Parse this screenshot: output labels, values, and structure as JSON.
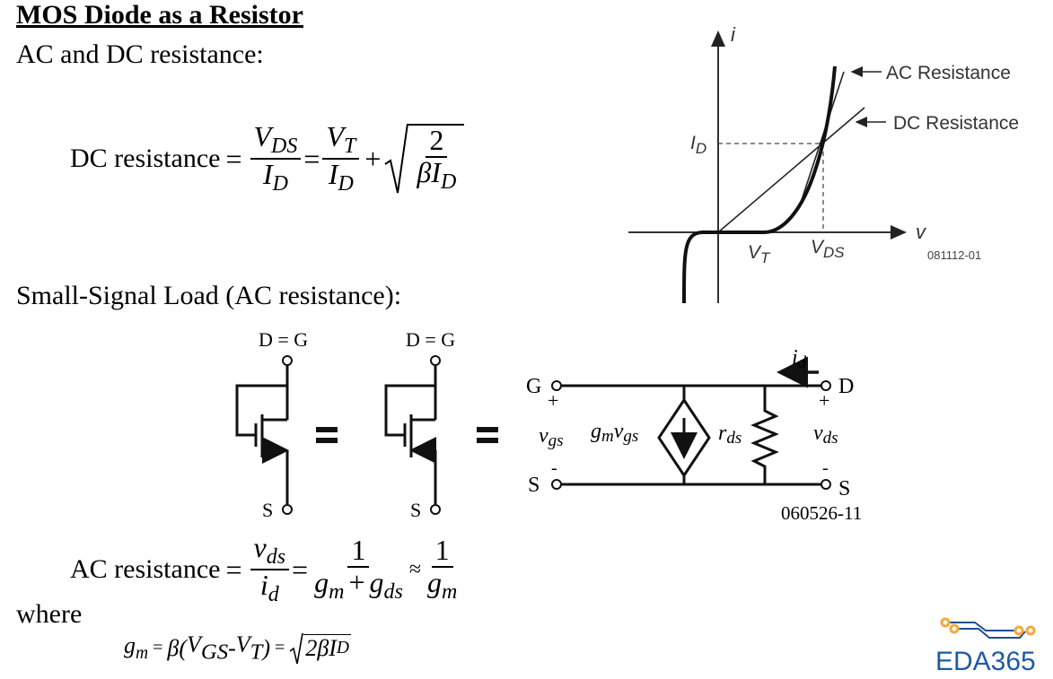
{
  "title": "MOS Diode as a Resistor",
  "subtitle_ac_dc": "AC and DC resistance:",
  "dc_equation": {
    "label": "DC resistance",
    "eq": "=",
    "frac1_num": "V",
    "frac1_num_sub": "DS",
    "frac1_den": "I",
    "frac1_den_sub": "D",
    "frac2_num": "V",
    "frac2_num_sub": "T",
    "frac2_den": "I",
    "frac2_den_sub": "D",
    "plus": "+",
    "sqrt_num": "2",
    "sqrt_den": "βI",
    "sqrt_den_sub": "D"
  },
  "iv_graph": {
    "y_axis_label": "i",
    "x_axis_label": "v",
    "id_label": "I",
    "id_sub": "D",
    "vt_label": "V",
    "vt_sub": "T",
    "vds_label": "V",
    "vds_sub": "DS",
    "ac_label": "AC Resistance",
    "dc_label": "DC Resistance",
    "figure_code": "081112-01"
  },
  "small_signal_heading": "Small-Signal Load (AC resistance):",
  "circuits": {
    "dg_label": "D = G",
    "s_label": "S",
    "equals": "=",
    "equiv": {
      "g_label": "G",
      "d_label": "D",
      "s_left_label": "S",
      "s_right_label": "S",
      "plus": "+",
      "minus": "-",
      "vgs": "v",
      "vgs_sub": "gs",
      "gm_vgs": "g",
      "gm_sub": "m",
      "gm_v": "v",
      "gm_v_sub": "gs",
      "rds": "r",
      "rds_sub": "ds",
      "vds": "v",
      "vds_sub": "ds",
      "id": "i",
      "id_sub": "d",
      "figure_code": "060526-11"
    }
  },
  "ac_equation": {
    "label": "AC resistance",
    "eq": "=",
    "approx": "≈",
    "frac1_num": "v",
    "frac1_num_sub": "ds",
    "frac1_den": "i",
    "frac1_den_sub": "d",
    "frac2_num": "1",
    "frac2_den_a": "g",
    "frac2_den_a_sub": "m",
    "frac2_den_plus": "+",
    "frac2_den_b": "g",
    "frac2_den_b_sub": "ds",
    "frac3_num": "1",
    "frac3_den": "g",
    "frac3_den_sub": "m"
  },
  "where_label": "where",
  "gm_equation": {
    "gm": "g",
    "gm_sub": "m",
    "eq": "=",
    "beta": "β(",
    "v": "V",
    "vgs_sub": "GS",
    "minus": "-",
    "vt": "V",
    "vt_sub": "T",
    "close": ")",
    "sqrt_content": "2βI",
    "sqrt_sub": "D"
  },
  "logo": {
    "text": "EDA365",
    "text_color": "#1f5aa6",
    "accent_color": "#f2a93b",
    "trace_color": "#1f4f8f"
  }
}
